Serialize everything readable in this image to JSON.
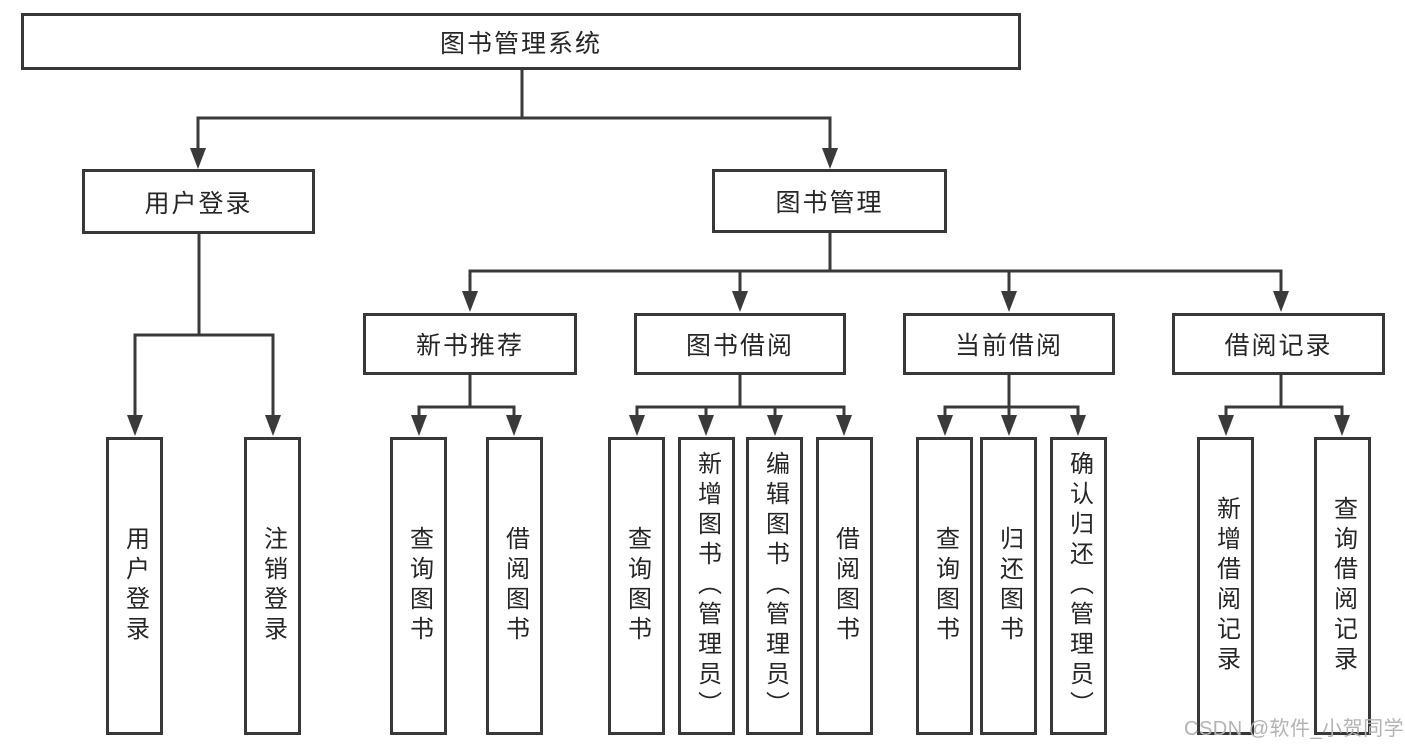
{
  "tree": {
    "label": "图书管理系统",
    "children": [
      {
        "label": "用户登录",
        "children": [
          {
            "label": "用户登录"
          },
          {
            "label": "注销登录"
          }
        ]
      },
      {
        "label": "图书管理",
        "children": [
          {
            "label": "新书推荐",
            "children": [
              {
                "label": "查询图书"
              },
              {
                "label": "借阅图书"
              }
            ]
          },
          {
            "label": "图书借阅",
            "children": [
              {
                "label": "查询图书"
              },
              {
                "label": "新增图书（管理员）"
              },
              {
                "label": "编辑图书（管理员）"
              },
              {
                "label": "借阅图书"
              }
            ]
          },
          {
            "label": "当前借阅",
            "children": [
              {
                "label": "查询图书"
              },
              {
                "label": "归还图书"
              },
              {
                "label": "确认归还（管理员）"
              }
            ]
          },
          {
            "label": "借阅记录",
            "children": [
              {
                "label": "新增借阅记录"
              },
              {
                "label": "查询借阅记录"
              }
            ]
          }
        ]
      }
    ]
  },
  "watermark": "CSDN @软件_小贺同学",
  "colors": {
    "line": "#3a3a3a",
    "box_border": "#383838",
    "text": "#262626",
    "watermark_text": "#b3b3b3",
    "background": "#ffffff"
  }
}
